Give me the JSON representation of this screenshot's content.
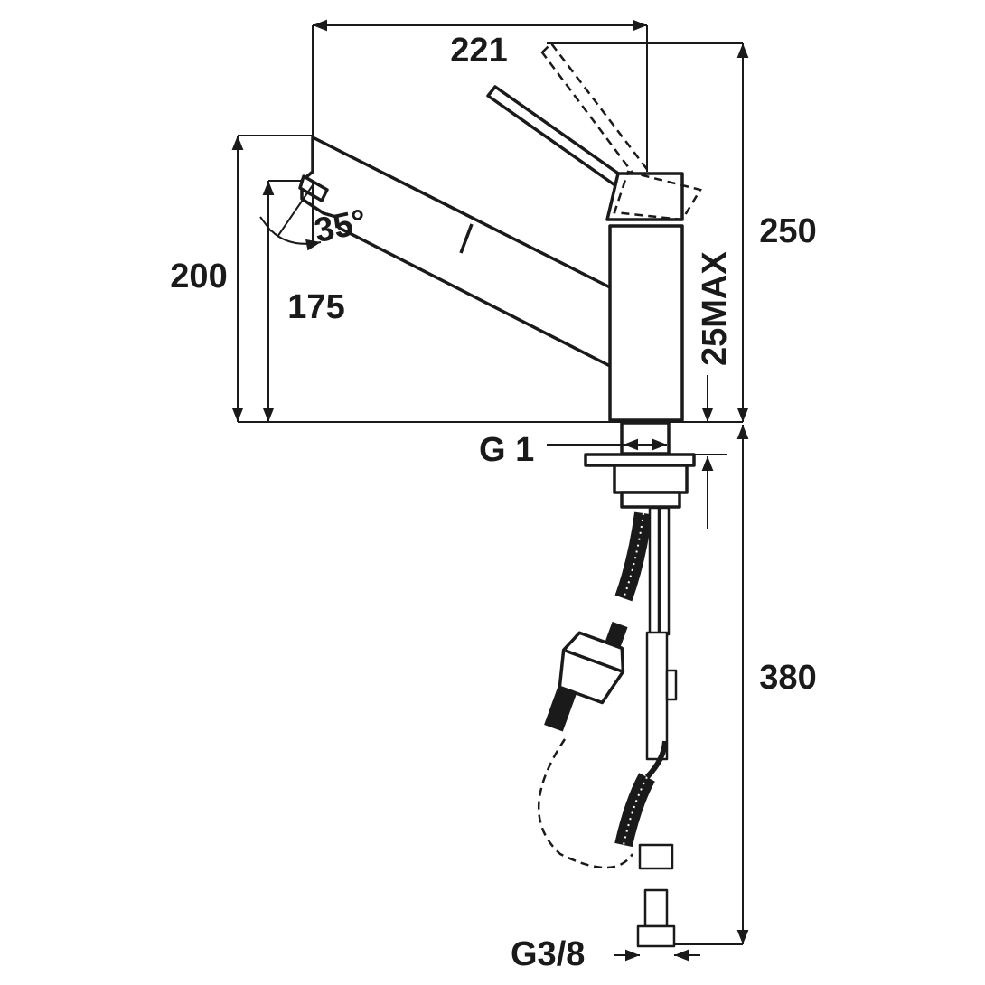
{
  "dimensions": {
    "width_221": "221",
    "height_250": "250",
    "height_200": "200",
    "height_175": "175",
    "angle": "35°",
    "deck_thickness": "25MAX",
    "base_thread": "G 1",
    "hose_length": "380",
    "hose_thread": "G3/8"
  },
  "colors": {
    "line": "#1a1a1a",
    "background": "#ffffff"
  }
}
